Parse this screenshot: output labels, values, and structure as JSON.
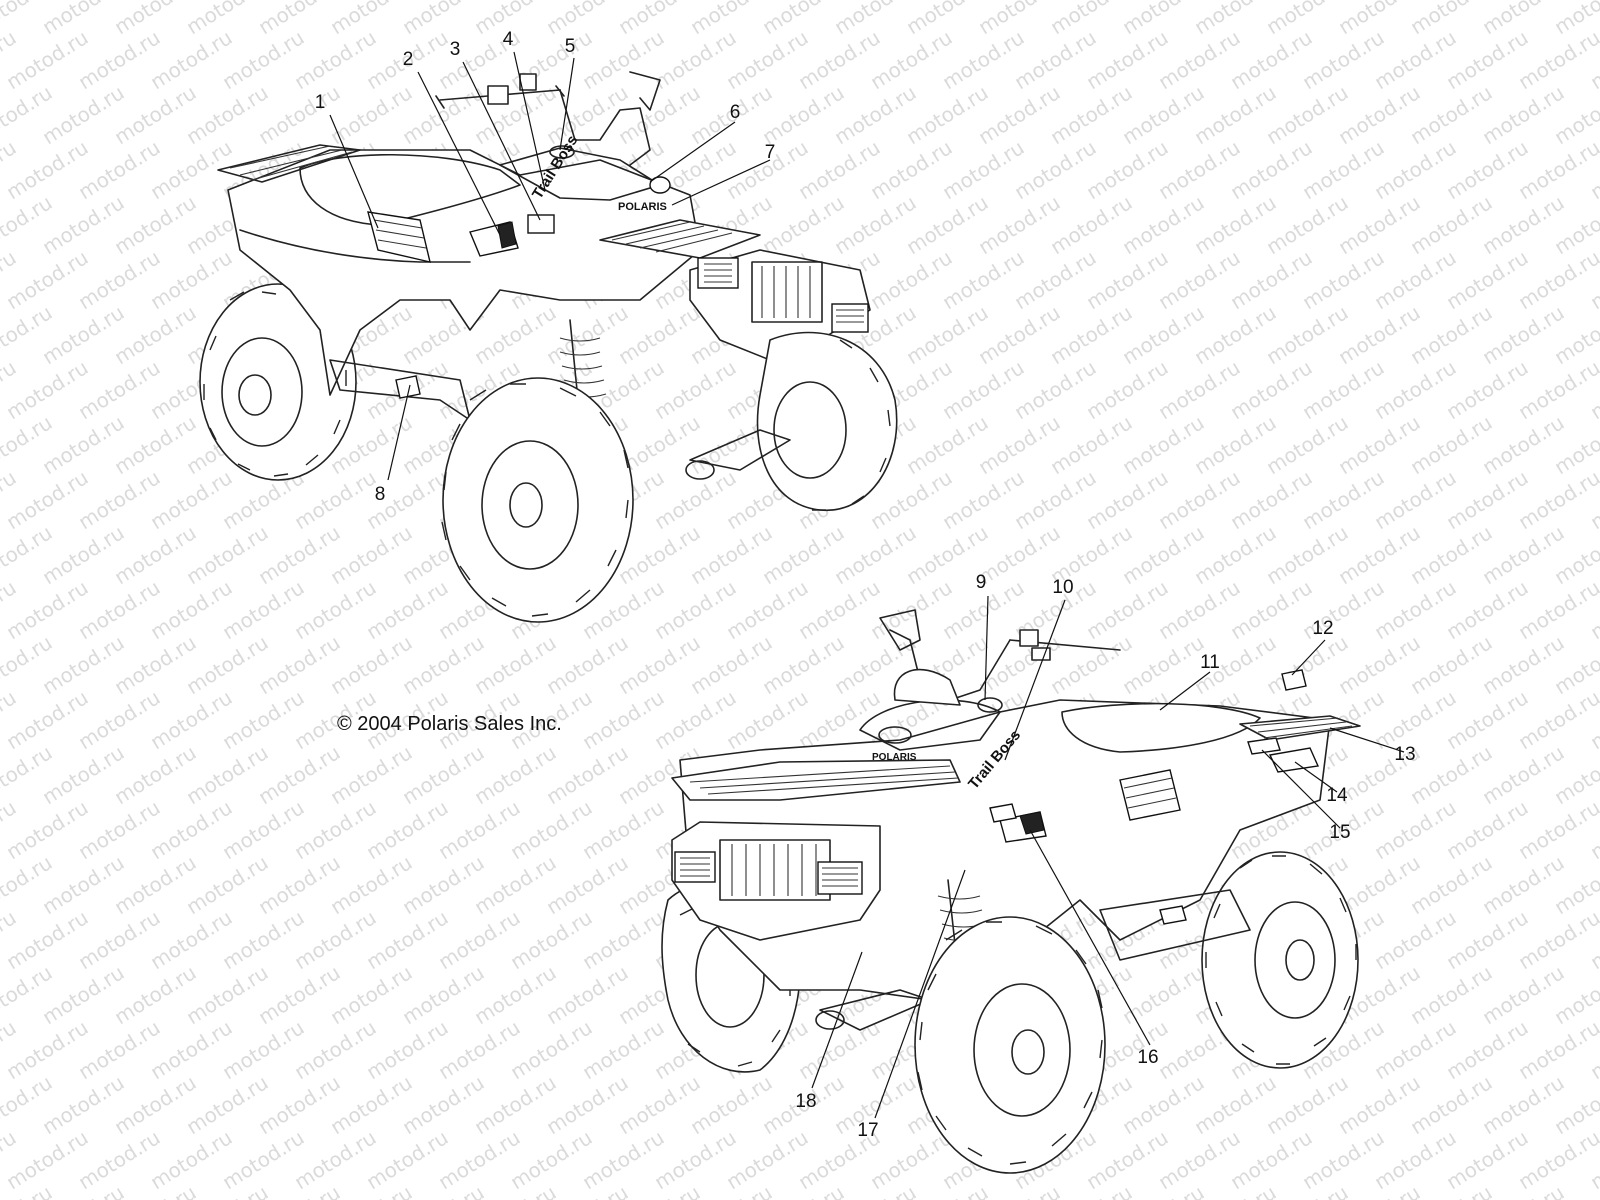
{
  "diagram": {
    "copyright": "© 2004 Polaris Sales Inc.",
    "watermark_text": "motod.ru",
    "brand_decal_text": "POLARIS",
    "model_decal_text": "Trail Boss",
    "callouts": [
      {
        "label": "1"
      },
      {
        "label": "2"
      },
      {
        "label": "3"
      },
      {
        "label": "4"
      },
      {
        "label": "5"
      },
      {
        "label": "6"
      },
      {
        "label": "7"
      },
      {
        "label": "8"
      },
      {
        "label": "9"
      },
      {
        "label": "10"
      },
      {
        "label": "11"
      },
      {
        "label": "12"
      },
      {
        "label": "13"
      },
      {
        "label": "14"
      },
      {
        "label": "15"
      },
      {
        "label": "16"
      },
      {
        "label": "17"
      },
      {
        "label": "18"
      }
    ]
  }
}
